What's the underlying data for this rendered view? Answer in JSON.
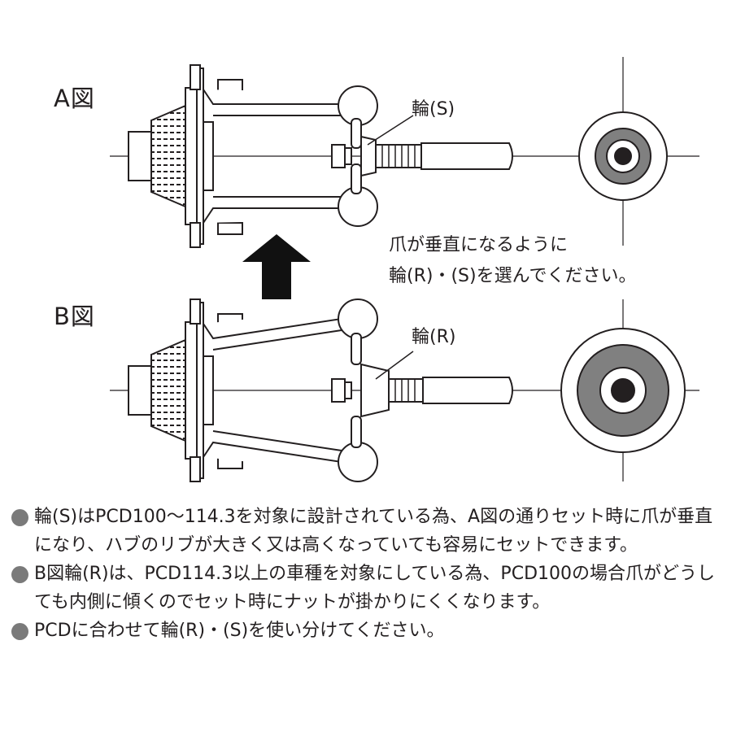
{
  "figures": {
    "a": {
      "label": "A図",
      "ring_callout": "輪(S)"
    },
    "b": {
      "label": "B図",
      "ring_callout": "輪(R)"
    }
  },
  "instruction": {
    "line1": "爪が垂直になるように",
    "line2": "輪(R)・(S)を選んでください。"
  },
  "notes": [
    "輪(S)はPCD100〜114.3を対象に設計されている為、A図の通りセット時に爪が垂直になり、ハブのリブが大きく又は高くなっていても容易にセットできます。",
    "B図輪(R)は、PCD114.3以上の車種を対象にしている為、PCD100の場合爪がどうしても内側に傾くのでセット時にナットが掛かりにくくなります。",
    "PCDに合わせて輪(R)・(S)を使い分けてください。"
  ],
  "colors": {
    "line": "#231f20",
    "ring_gray": "#808080",
    "hub_fill": "#e6e6e6",
    "arrow": "#111111",
    "bullet": "#7a7a7a"
  }
}
